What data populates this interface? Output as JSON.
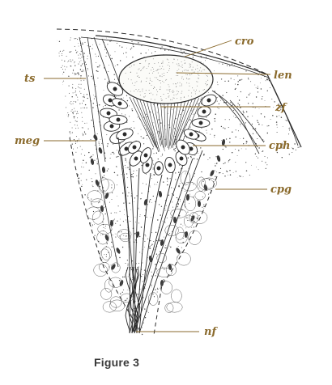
{
  "figure": {
    "caption": "Figure 3",
    "labels": {
      "cro": "cro",
      "len": "len",
      "ts": "ts",
      "zf": "zf",
      "meg": "meg",
      "cph": "cph",
      "cpg": "cpg",
      "nf": "nf"
    },
    "colors": {
      "label": "#8a6a2c",
      "ink": "#2b2b2b",
      "background": "#ffffff"
    }
  }
}
